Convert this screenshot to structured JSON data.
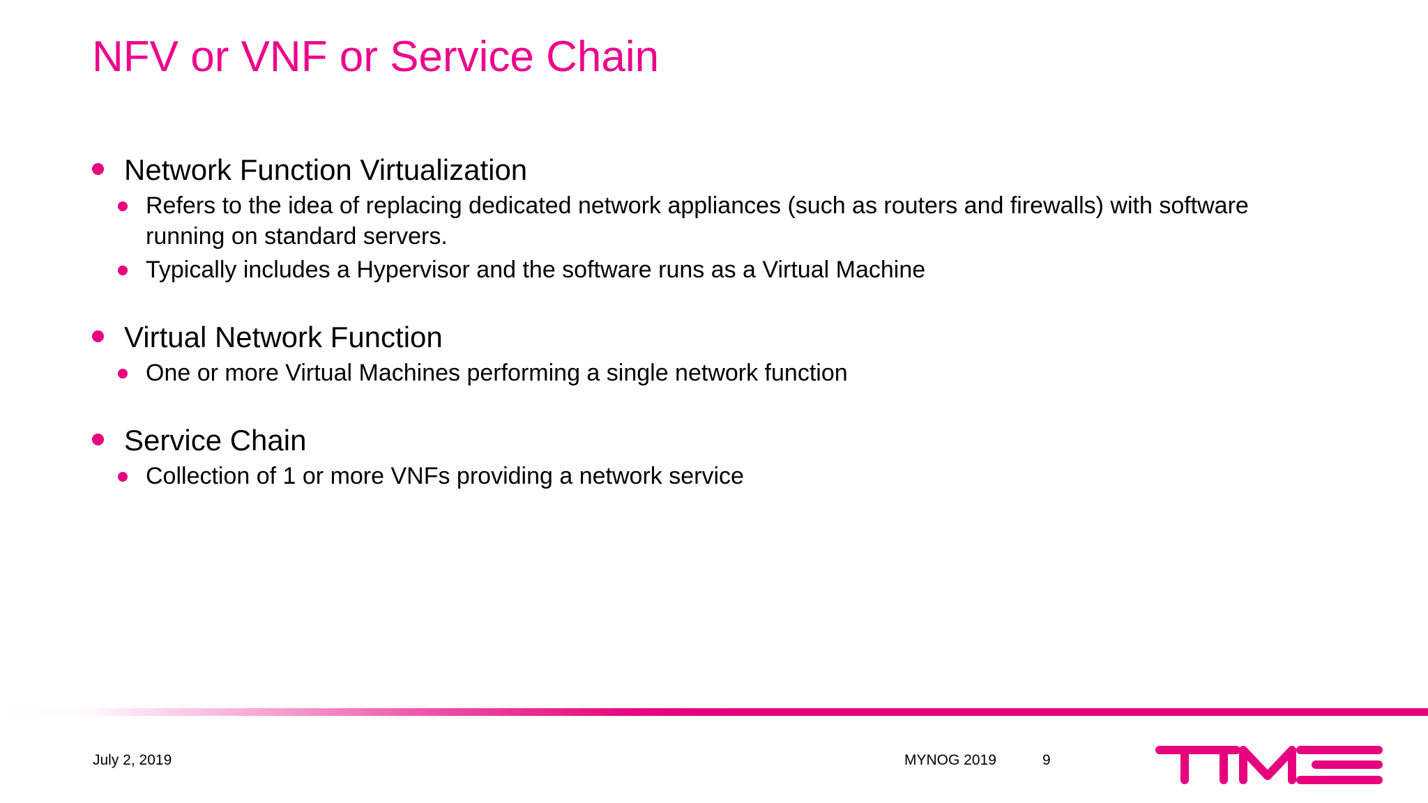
{
  "slide": {
    "title": "NFV or VNF or Service Chain",
    "accent_color": "#ec008c",
    "rule_color": "#e6007e",
    "background_color": "#ffffff",
    "text_color": "#000000"
  },
  "content": {
    "groups": [
      {
        "heading": "Network Function Virtualization",
        "sub_bullets": [
          "Refers to the idea of replacing dedicated network appliances (such as routers and firewalls) with software running on standard servers.",
          "Typically includes a Hypervisor and the software runs as a Virtual Machine"
        ]
      },
      {
        "heading": "Virtual Network Function",
        "sub_bullets": [
          "One or more Virtual Machines performing a single network function"
        ]
      },
      {
        "heading": "Service Chain",
        "sub_bullets": [
          "Collection of 1 or more VNFs providing a network service"
        ]
      }
    ]
  },
  "footer": {
    "date": "July 2, 2019",
    "event": "MYNOG 2019",
    "page_number": "9",
    "logo_text": "TIME"
  }
}
